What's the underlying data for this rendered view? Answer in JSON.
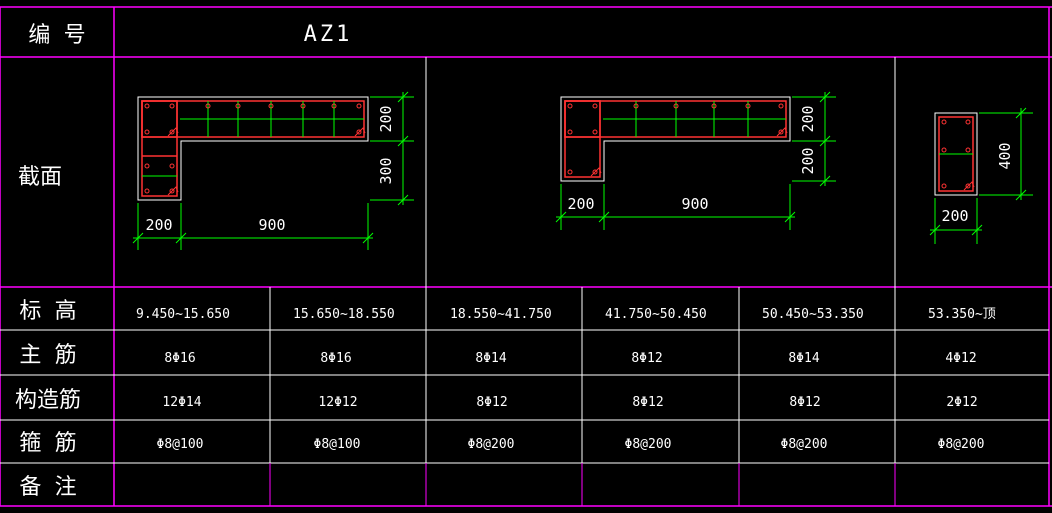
{
  "table": {
    "header_label": "编 号",
    "code": "AZ1",
    "section_label": "截面",
    "row_labels": [
      "标 高",
      "主 筋",
      "构造筋",
      "箍 筋",
      "备 注"
    ],
    "columns": [
      {
        "elevation": "9.450~15.650",
        "main_rebar": "8Φ16",
        "struct_rebar": "12Φ14",
        "stirrup": "Φ8@100",
        "remark": ""
      },
      {
        "elevation": "15.650~18.550",
        "main_rebar": "8Φ16",
        "struct_rebar": "12Φ12",
        "stirrup": "Φ8@100",
        "remark": ""
      },
      {
        "elevation": "18.550~41.750",
        "main_rebar": "8Φ14",
        "struct_rebar": "8Φ12",
        "stirrup": "Φ8@200",
        "remark": ""
      },
      {
        "elevation": "41.750~50.450",
        "main_rebar": "8Φ12",
        "struct_rebar": "8Φ12",
        "stirrup": "Φ8@200",
        "remark": ""
      },
      {
        "elevation": "50.450~53.350",
        "main_rebar": "8Φ14",
        "struct_rebar": "8Φ12",
        "stirrup": "Φ8@200",
        "remark": ""
      },
      {
        "elevation": "53.350~顶",
        "main_rebar": "4Φ12",
        "struct_rebar": "2Φ12",
        "stirrup": "Φ8@200",
        "remark": ""
      }
    ]
  },
  "sections": [
    {
      "dims": {
        "w_leg": "200",
        "w_flange": "900",
        "h_top": "200",
        "h_leg": "300"
      }
    },
    {
      "dims": {
        "w_leg": "200",
        "w_flange": "900",
        "h_top": "200",
        "h_leg": "200"
      }
    },
    {
      "dims": {
        "w": "200",
        "h": "400"
      }
    }
  ],
  "colors": {
    "background": "#000000",
    "grid": "#ff00ff",
    "rows": "#ffffff",
    "outline": "#ffffff",
    "stirrup": "#ff3333",
    "struct_link": "#00ff00",
    "dimension": "#00ff00",
    "text": "#ffffff"
  }
}
